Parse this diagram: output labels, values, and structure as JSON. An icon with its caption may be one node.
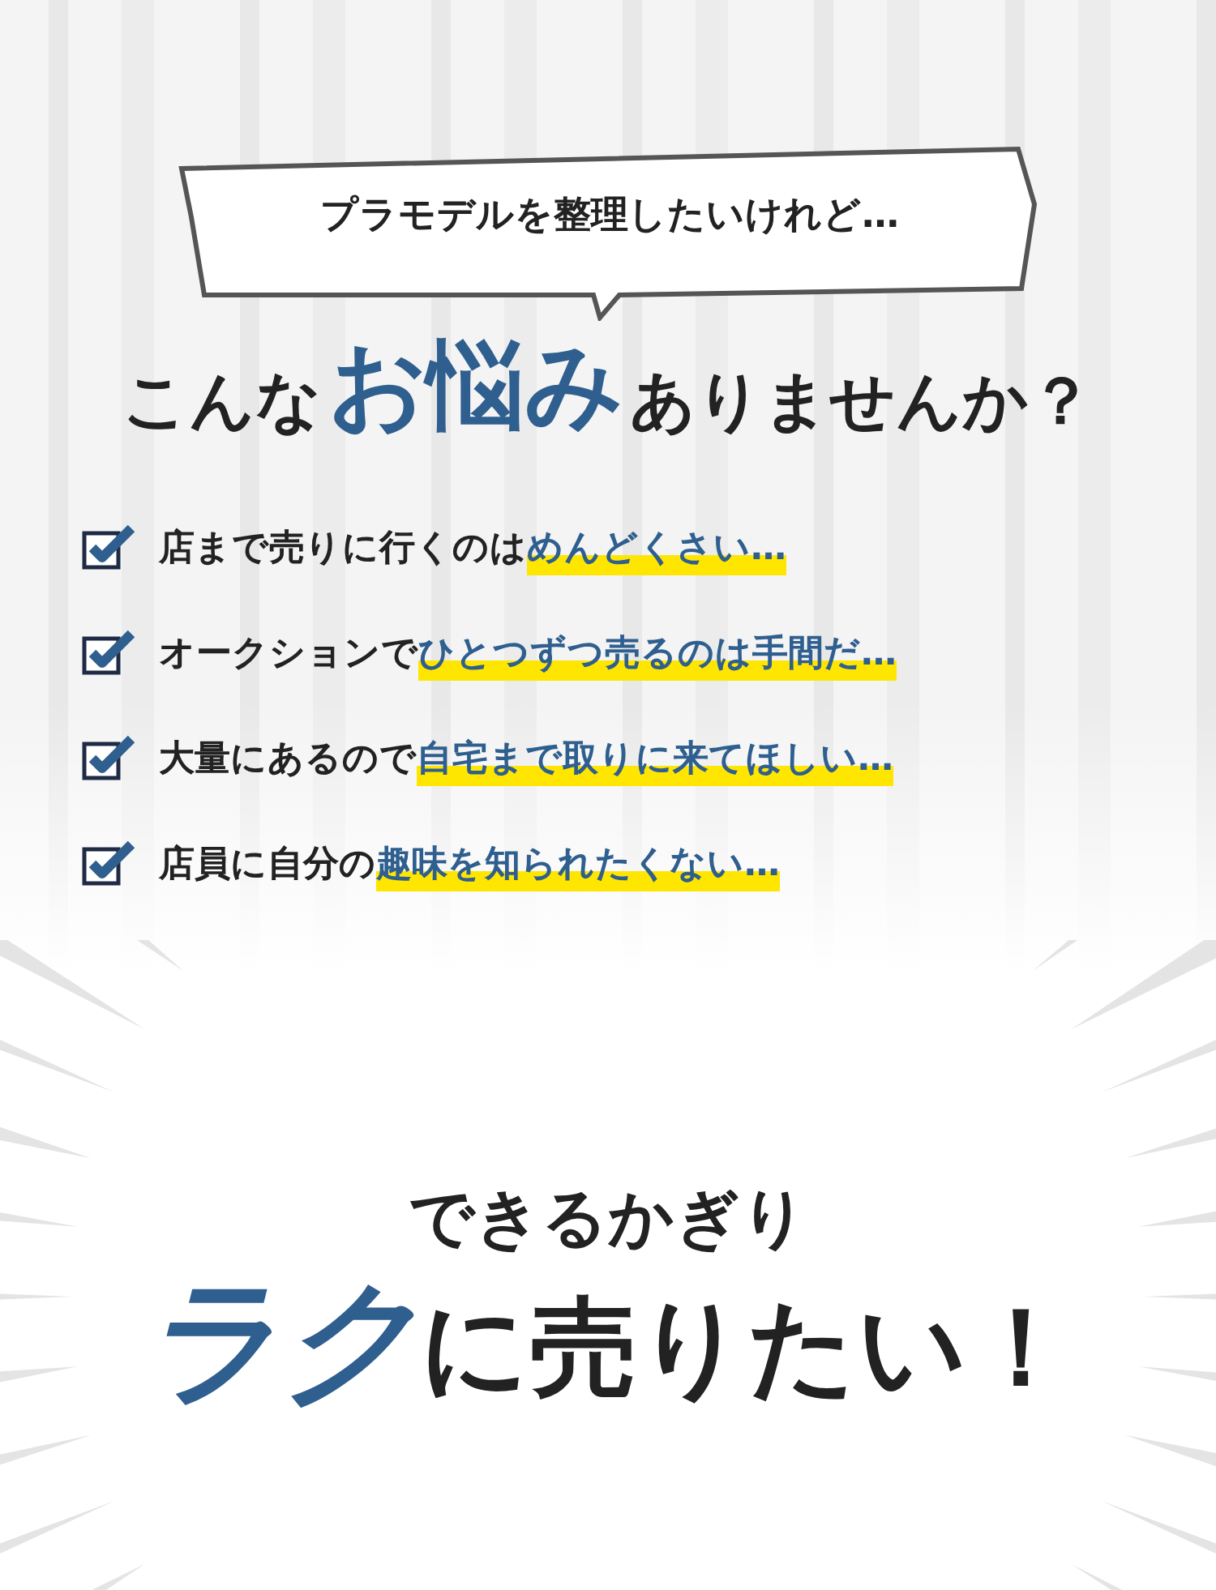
{
  "diagram": {
    "nodes": [
      {
        "text": [
          "プラモデルを整理したいけれど…"
        ]
      }
    ],
    "edges": [],
    "labels": [
      "こんな",
      "お悩み",
      "ありませんか？",
      "店まで売りに行くのは",
      "めんどくさい…",
      "オークションで",
      "ひとつずつ売るのは手間だ…",
      "大量にあるので",
      "自宅まで取りに来てほしい…",
      "店員に自分の",
      "趣味を知られたくない…",
      "できるかぎり",
      "ラク",
      "に売りたい！"
    ]
  }
}
